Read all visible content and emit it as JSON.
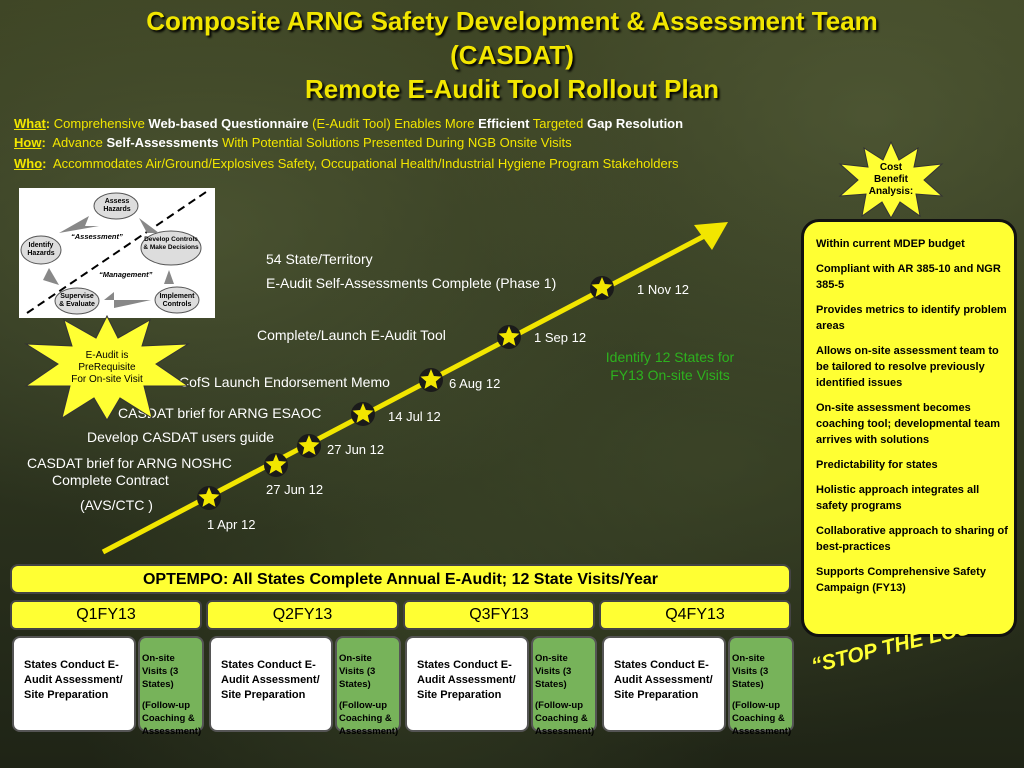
{
  "title": {
    "line1": "Composite ARNG Safety Development & Assessment Team",
    "line2": "(CASDAT)",
    "line3": "Remote E-Audit Tool Rollout Plan"
  },
  "intro": {
    "what_key": "What",
    "what_parts": [
      "Comprehensive ",
      "Web-based Questionnaire",
      " (E-Audit Tool) Enables More ",
      "Efficient",
      " Targeted ",
      "Gap Resolution"
    ],
    "how_key": "How",
    "how_parts": [
      "Advance ",
      "Self-Assessments",
      " With Potential Solutions Presented During NGB Onsite Visits"
    ],
    "who_key": "Who",
    "who_text": "Accommodates Air/Ground/Explosives Safety, Occupational Health/Industrial Hygiene Program Stakeholders"
  },
  "diagram": {
    "assess": "Assess Hazards",
    "identify": "Identify Hazards",
    "develop": "Develop Controls & Make Decisions",
    "supervise": "Supervise & Evaluate",
    "implement": "Implement Controls",
    "assessment_label": "“Assessment”",
    "management_label": "“Management”"
  },
  "bursts": {
    "cost_benefit": "Cost Benefit Analysis:",
    "eaudit_line1": "E-Audit is",
    "eaudit_line2": "PreRequisite",
    "eaudit_line3": "For On-site Visit"
  },
  "timeline": {
    "milestones": [
      {
        "label": "Complete Contract",
        "label2": "(AVS/CTC )",
        "date": "1 Apr 12"
      },
      {
        "label": "CASDAT brief for ARNG NOSHC",
        "date": "27  Jun 12"
      },
      {
        "label": "Develop CASDAT users guide",
        "date": "27  Jun 12"
      },
      {
        "label": "CASDAT brief for ARNG ESAOC",
        "date": "14  Jul 12"
      },
      {
        "label": "CofS Launch Endorsement Memo",
        "date": "6 Aug 12"
      },
      {
        "label": "Complete/Launch E-Audit Tool",
        "date": "1  Sep 12"
      },
      {
        "label": "54 State/Territory",
        "label2": "E-Audit Self-Assessments  Complete (Phase 1)",
        "date": "1 Nov 12"
      }
    ],
    "identify_note": "Identify 12 States for FY13 On-site Visits"
  },
  "benefits": [
    "Within current MDEP budget",
    "Compliant with AR 385-10 and NGR 385-5",
    "Provides metrics to identify problem areas",
    "Allows on-site assessment team to be tailored to resolve previously identified issues",
    "On-site assessment becomes coaching tool; developmental team arrives with solutions",
    "Predictability for states",
    "Holistic approach integrates all safety programs",
    "Collaborative approach to sharing of best-practices",
    "Supports Comprehensive Safety Campaign (FY13)"
  ],
  "optempo": "OPTEMPO:  All States Complete Annual E-Audit; 12 State Visits/Year",
  "quarters": [
    {
      "name": "Q1FY13",
      "states": "States Conduct E-Audit Assessment/ Site Preparation",
      "visits": "On-site Visits (3 States)",
      "followup": "(Follow-up Coaching & Assessment)"
    },
    {
      "name": "Q2FY13",
      "states": "States Conduct E-Audit Assessment/ Site Preparation",
      "visits": "On-site Visits (3 States)",
      "followup": "(Follow-up Coaching & Assessment)"
    },
    {
      "name": "Q3FY13",
      "states": "States Conduct E-Audit Assessment/ Site Preparation",
      "visits": "On-site Visits (3 States)",
      "followup": "(Follow-up Coaching & Assessment)"
    },
    {
      "name": "Q4FY13",
      "states": "States Conduct E-Audit Assessment/ Site Preparation",
      "visits": "On-site Visits (3 States)",
      "followup": "(Follow-up Coaching & Assessment)"
    }
  ],
  "slogan": "“STOP THE LOSS”",
  "colors": {
    "accent": "#f2e600",
    "box_yellow": "#ffff33",
    "green": "#77b35a",
    "note_green": "#2db21e"
  }
}
